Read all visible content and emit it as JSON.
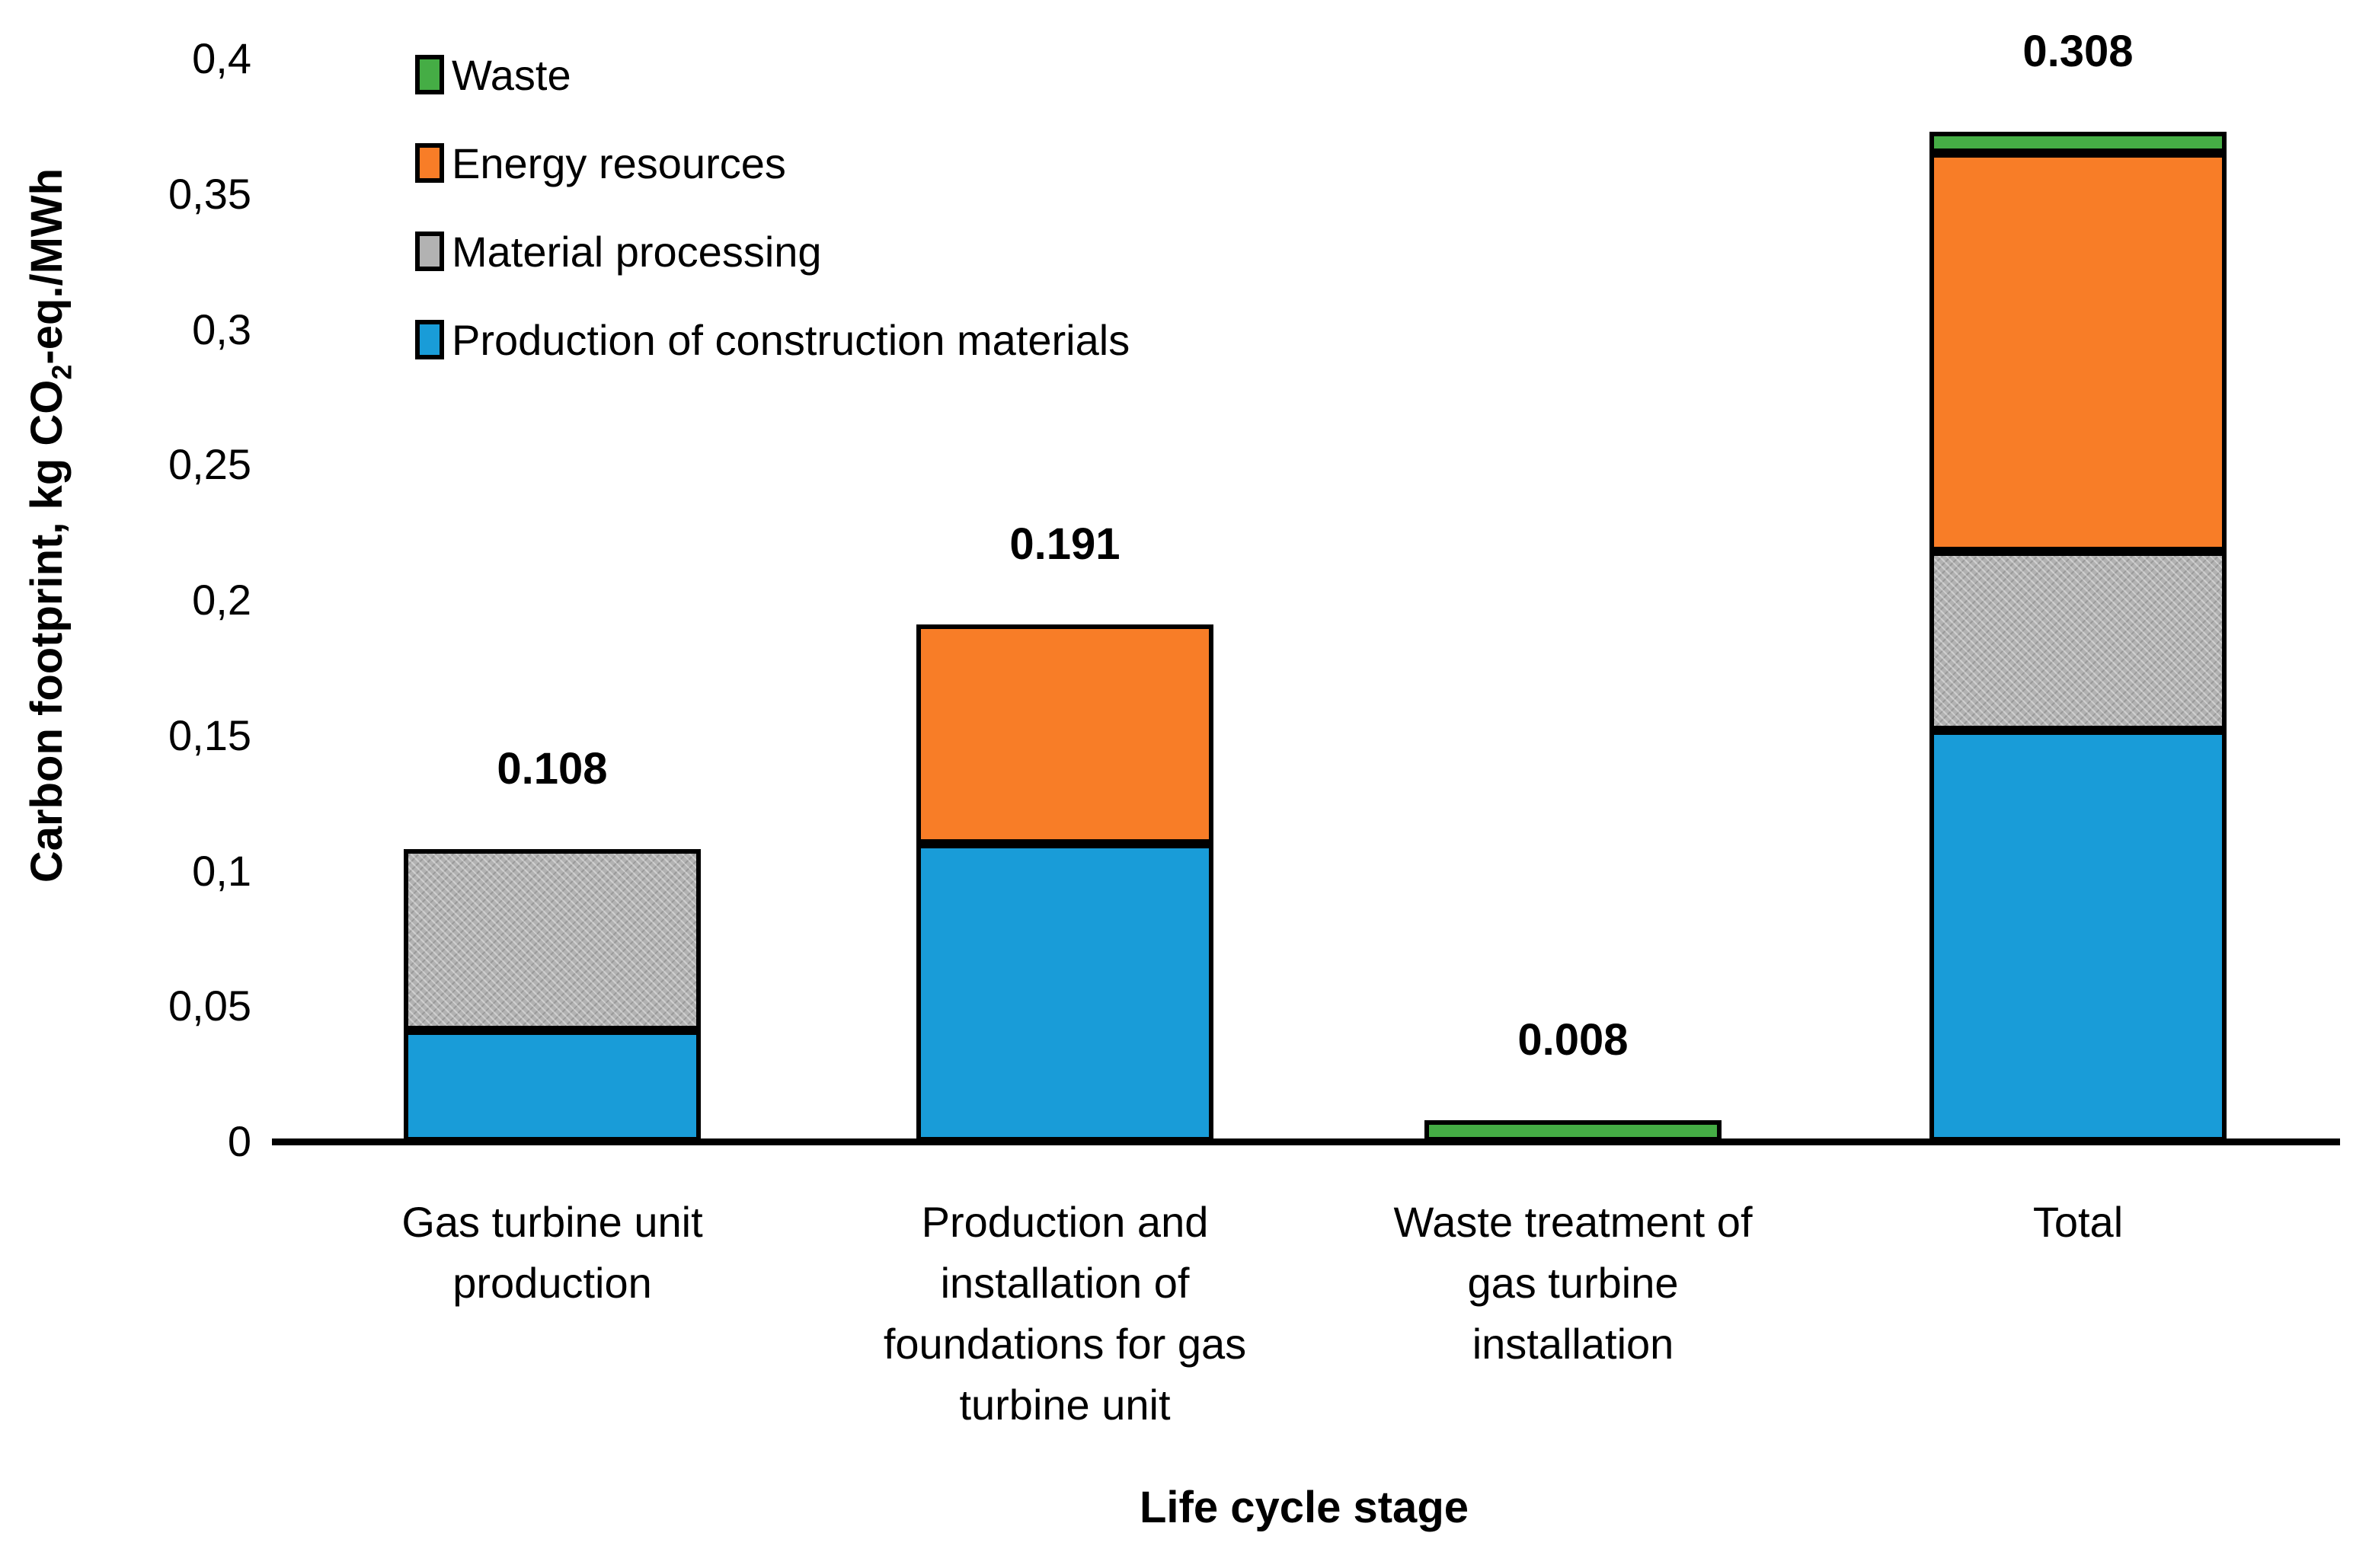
{
  "figure": {
    "background": "#ffffff",
    "text_color": "#000000",
    "axis_color": "#000000"
  },
  "chart_data": {
    "type": "bar",
    "stacked": true,
    "title": "",
    "xlabel": "Life cycle stage",
    "ylabel_parts": {
      "pre": "Carbon footprint, kg CO",
      "sub": "2",
      "post": "-eq./MWh"
    },
    "ylim": [
      0,
      0.4
    ],
    "grid": false,
    "y_ticks": [
      {
        "v": 0,
        "label": "0"
      },
      {
        "v": 0.05,
        "label": "0,05"
      },
      {
        "v": 0.1,
        "label": "0,1"
      },
      {
        "v": 0.15,
        "label": "0,15"
      },
      {
        "v": 0.2,
        "label": "0,2"
      },
      {
        "v": 0.25,
        "label": "0,25"
      },
      {
        "v": 0.3,
        "label": "0,3"
      },
      {
        "v": 0.35,
        "label": "0,35"
      },
      {
        "v": 0.4,
        "label": "0,4"
      }
    ],
    "categories": [
      "Gas turbine unit\nproduction",
      "Production and\ninstallation of\nfoundations for gas\nturbine unit",
      "Waste treatment of\ngas turbine\ninstallation",
      "Total"
    ],
    "series": [
      {
        "name": "Production of construction materials",
        "color": "#199cd8",
        "texture": "none",
        "values": [
          0.041,
          0.11,
          0,
          0.152
        ]
      },
      {
        "name": "Material processing",
        "color": "#b2b2b2",
        "texture": "dotted",
        "values": [
          0.067,
          0,
          0,
          0.066
        ]
      },
      {
        "name": "Energy resources",
        "color": "#f87d27",
        "texture": "none",
        "values": [
          0,
          0.081,
          0,
          0.147
        ]
      },
      {
        "name": "Waste",
        "color": "#45ad45",
        "texture": "none",
        "values": [
          0,
          0,
          0.008,
          0.008
        ]
      }
    ],
    "bar_total_labels": [
      "0.108",
      "0.191",
      "0.008",
      "0.308"
    ],
    "legend": {
      "position": "top-left",
      "items": [
        "Waste",
        "Energy resources",
        "Material processing",
        "Production of construction materials"
      ]
    }
  }
}
